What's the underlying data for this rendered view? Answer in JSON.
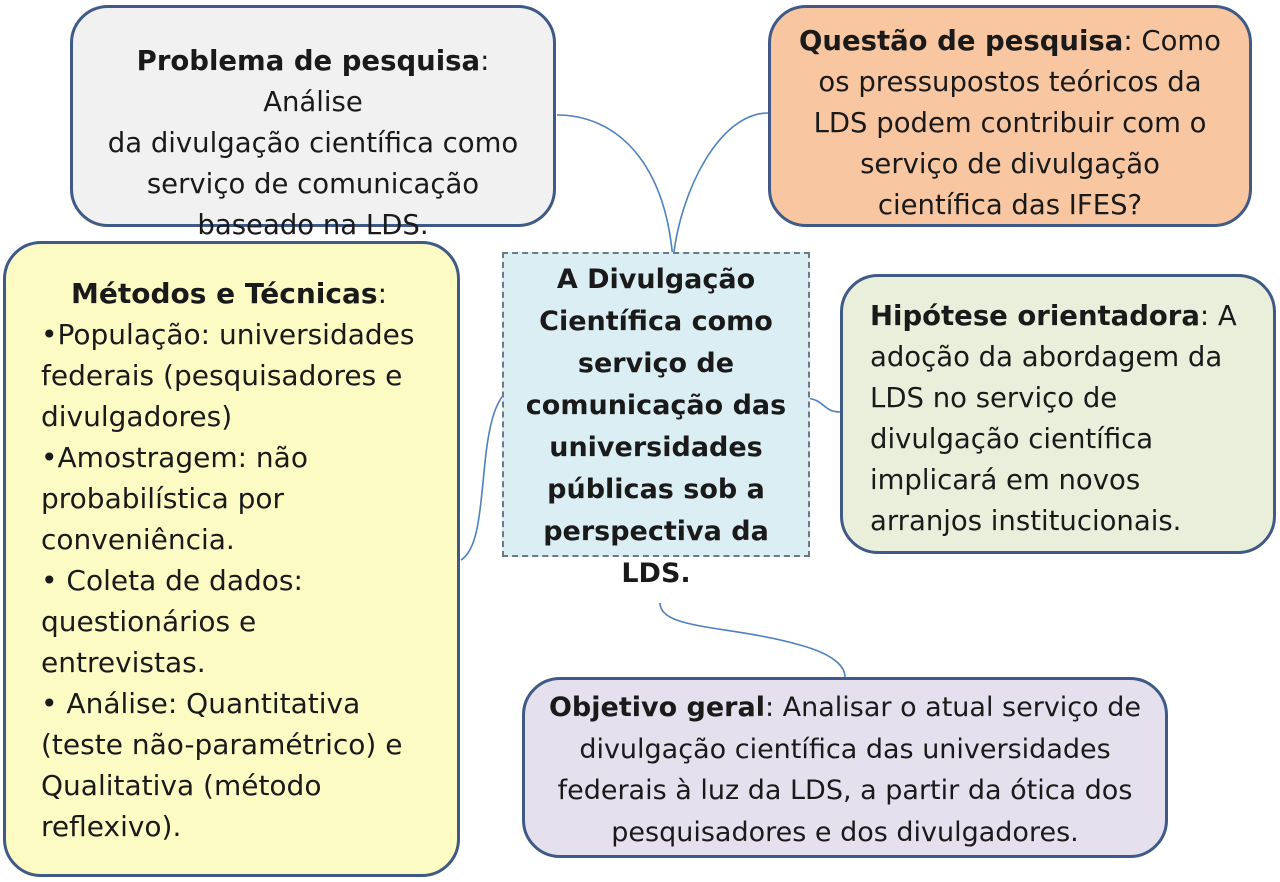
{
  "central": {
    "lines": [
      "A Divulgação",
      "Científica como",
      "serviço de",
      "comunicação das",
      "universidades",
      "públicas sob a",
      "perspectiva da LDS."
    ]
  },
  "problem": {
    "heading": "Problema de pesquisa",
    "body_first": ": Análise",
    "lines": [
      "da divulgação científica como",
      "serviço de comunicação",
      "baseado na LDS."
    ]
  },
  "question": {
    "heading": "Questão de pesquisa",
    "body_first": ": Como",
    "lines": [
      "os pressupostos teóricos da",
      "LDS podem contribuir com o",
      "serviço de divulgação",
      "científica das IFES?"
    ]
  },
  "methods": {
    "heading": "Métodos e Técnicas",
    "colon": ":",
    "lines": [
      "•População: universidades",
      "federais (pesquisadores e",
      "divulgadores)",
      "•Amostragem: não",
      "probabilística por",
      "conveniência.",
      "• Coleta de dados:",
      "questionários  e",
      "entrevistas.",
      "• Análise: Quantitativa",
      "(teste não-paramétrico) e",
      "Qualitativa (método",
      "reflexivo)."
    ]
  },
  "hypothesis": {
    "heading": "Hipótese orientadora",
    "body_first": ": A",
    "lines": [
      "adoção da abordagem da",
      "LDS no serviço de",
      "divulgação científica",
      "implicará em novos",
      "arranjos institucionais."
    ]
  },
  "objective": {
    "heading": "Objetivo geral",
    "body_first": ": Analisar o atual serviço de",
    "lines": [
      "divulgação científica das universidades",
      "federais à luz da LDS, a partir da ótica dos",
      "pesquisadores e dos divulgadores."
    ]
  }
}
